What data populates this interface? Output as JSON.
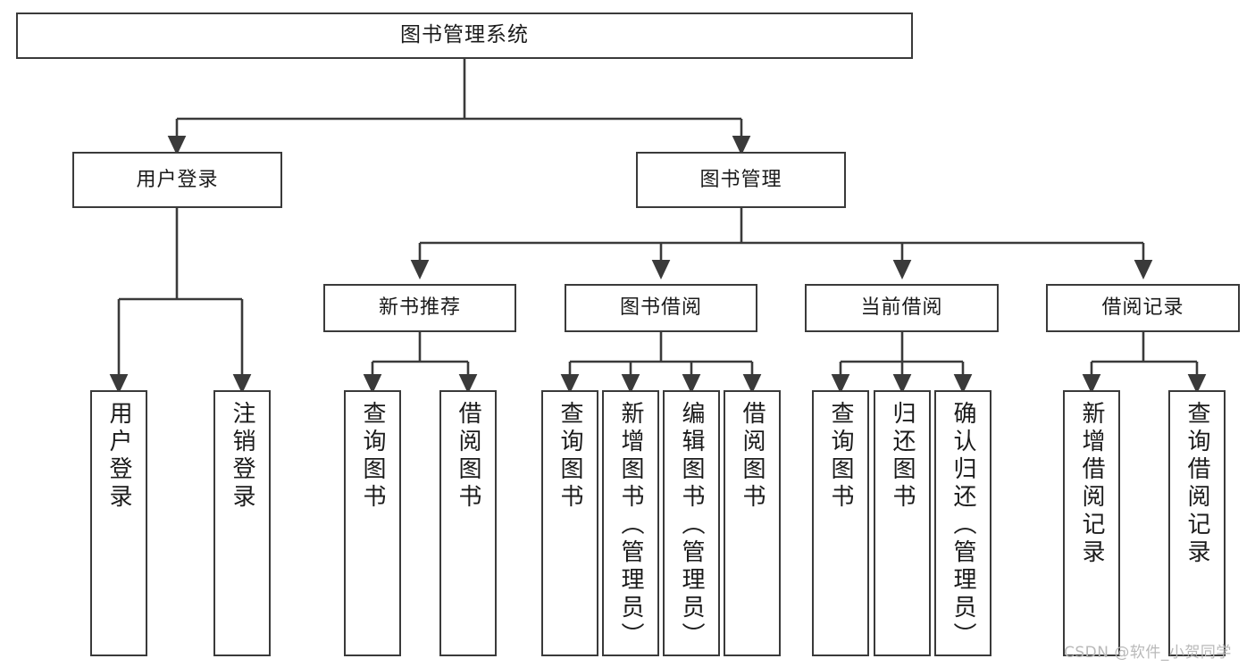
{
  "diagram": {
    "title_text": "图书管理系统",
    "type": "tree-hierarchy-chart",
    "levels": {
      "level1": [
        {
          "id": "root",
          "label": "图书管理系统"
        }
      ],
      "level2": [
        {
          "id": "user-login",
          "label": "用户登录"
        },
        {
          "id": "book-manage",
          "label": "图书管理"
        }
      ],
      "level3": [
        {
          "id": "new-book-rec",
          "label": "新书推荐"
        },
        {
          "id": "book-borrow",
          "label": "图书借阅"
        },
        {
          "id": "current-borrow",
          "label": "当前借阅"
        },
        {
          "id": "borrow-record",
          "label": "借阅记录"
        }
      ],
      "leaves": [
        {
          "id": "leaf-user-login",
          "label": "用户登录",
          "parent": "user-login"
        },
        {
          "id": "leaf-logout",
          "label": "注销登录",
          "parent": "user-login"
        },
        {
          "id": "leaf-query-book-1",
          "label": "查询图书",
          "parent": "new-book-rec"
        },
        {
          "id": "leaf-borrow-book-1",
          "label": "借阅图书",
          "parent": "new-book-rec"
        },
        {
          "id": "leaf-query-book-2",
          "label": "查询图书",
          "parent": "book-borrow"
        },
        {
          "id": "leaf-add-book",
          "label": "新增图书（管理员）",
          "parent": "book-borrow"
        },
        {
          "id": "leaf-edit-book",
          "label": "编辑图书（管理员）",
          "parent": "book-borrow"
        },
        {
          "id": "leaf-borrow-book-2",
          "label": "借阅图书",
          "parent": "book-borrow"
        },
        {
          "id": "leaf-query-book-3",
          "label": "查询图书",
          "parent": "current-borrow"
        },
        {
          "id": "leaf-return-book",
          "label": "归还图书",
          "parent": "current-borrow"
        },
        {
          "id": "leaf-confirm-return",
          "label": "确认归还（管理员）",
          "parent": "current-borrow"
        },
        {
          "id": "leaf-add-record",
          "label": "新增借阅记录",
          "parent": "borrow-record"
        },
        {
          "id": "leaf-query-record",
          "label": "查询借阅记录",
          "parent": "borrow-record"
        }
      ]
    },
    "colors": {
      "box_border": "#3a3a3a",
      "box_fill": "#ffffff",
      "connector": "#3a3a3a",
      "text": "#1b1b1b",
      "watermark": "#b9b9b9",
      "background": "#ffffff"
    }
  },
  "watermark": {
    "text": "CSDN @软件_小贺同学"
  }
}
